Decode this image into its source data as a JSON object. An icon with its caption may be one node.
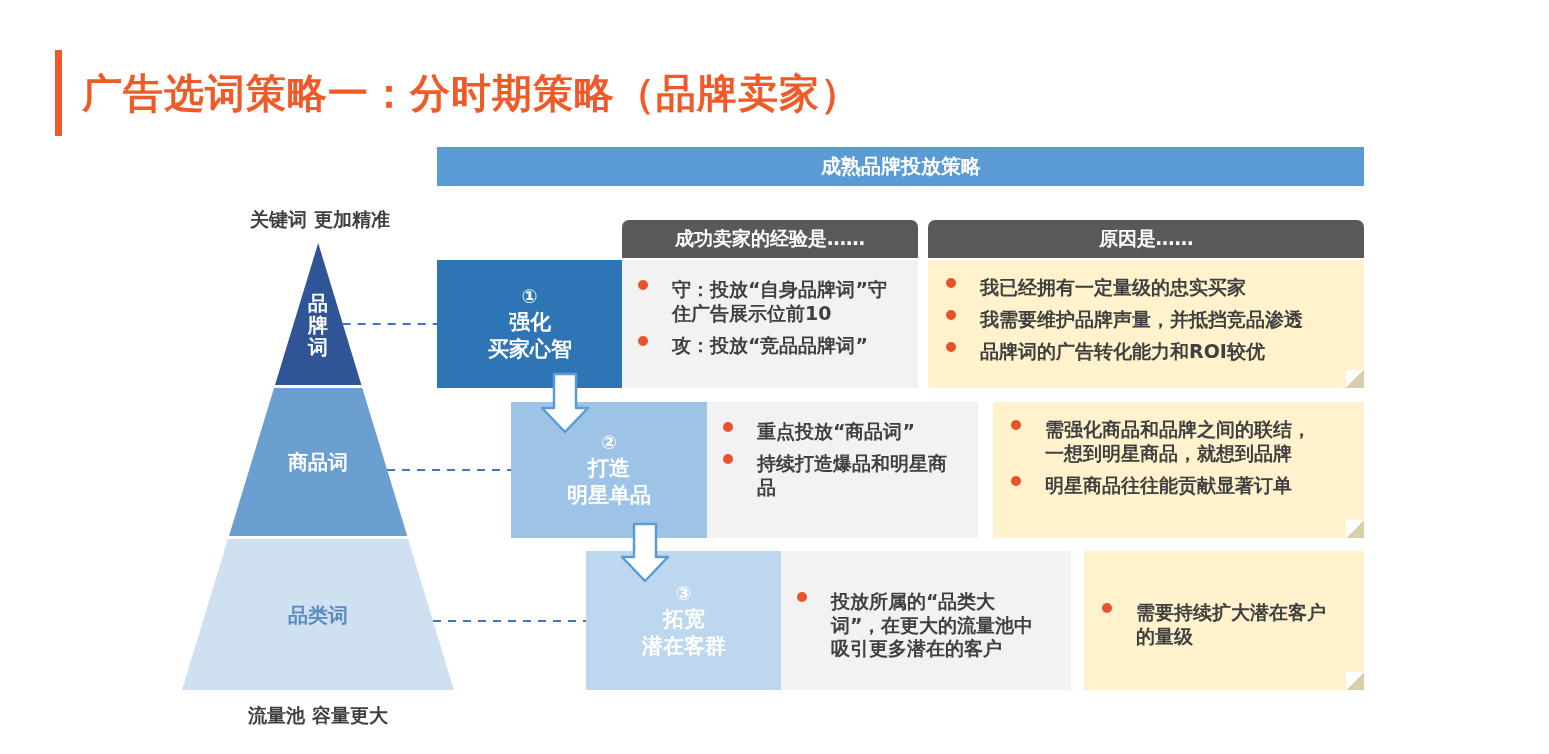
{
  "diagram": {
    "title": "广告选词策略一：分时期策略（品牌卖家）",
    "nodes": [
      {
        "text": [
          "成熟品牌投放策略"
        ]
      },
      {
        "text": [
          "成功卖家的经验是……"
        ]
      },
      {
        "text": [
          "原因是……"
        ]
      },
      {
        "text": [
          "品牌词"
        ]
      },
      {
        "text": [
          "商品词"
        ]
      },
      {
        "text": [
          "品类词"
        ]
      },
      {
        "text": [
          "①",
          "强化",
          "买家心智"
        ]
      },
      {
        "text": [
          "守：投放“自身品牌词”守住广告展示位前10",
          "攻：投放“竞品品牌词”"
        ]
      },
      {
        "text": [
          "我已经拥有一定量级的忠实买家",
          "我需要维护品牌声量，并抵挡竞品渗透",
          "品牌词的广告转化能力和ROI较优"
        ]
      },
      {
        "text": [
          "②",
          "打造",
          "明星单品"
        ]
      },
      {
        "text": [
          "重点投放“商品词”",
          "持续打造爆品和明星商品"
        ]
      },
      {
        "text": [
          "需强化商品和品牌之间的联结，一想到明星商品，就想到品牌",
          "明星商品往往能贡献显著订单"
        ]
      },
      {
        "text": [
          "③",
          "拓宽",
          "潜在客群"
        ]
      },
      {
        "text": [
          "投放所属的“品类大词”，在更大的流量池中吸引更多潜在的客户"
        ]
      },
      {
        "text": [
          "需要持续扩大潜在客户的量级"
        ]
      }
    ],
    "edges": [
      {
        "from": 3,
        "to": 6,
        "arrow": "none",
        "style": "dashed"
      },
      {
        "from": 4,
        "to": 9,
        "arrow": "none",
        "style": "dashed"
      },
      {
        "from": 5,
        "to": 12,
        "arrow": "none",
        "style": "dashed"
      },
      {
        "from": 6,
        "to": 9,
        "arrow": "to"
      },
      {
        "from": 9,
        "to": 12,
        "arrow": "to"
      }
    ],
    "labels": [
      "关键词 更加精准",
      "流量池 容量更大"
    ]
  }
}
